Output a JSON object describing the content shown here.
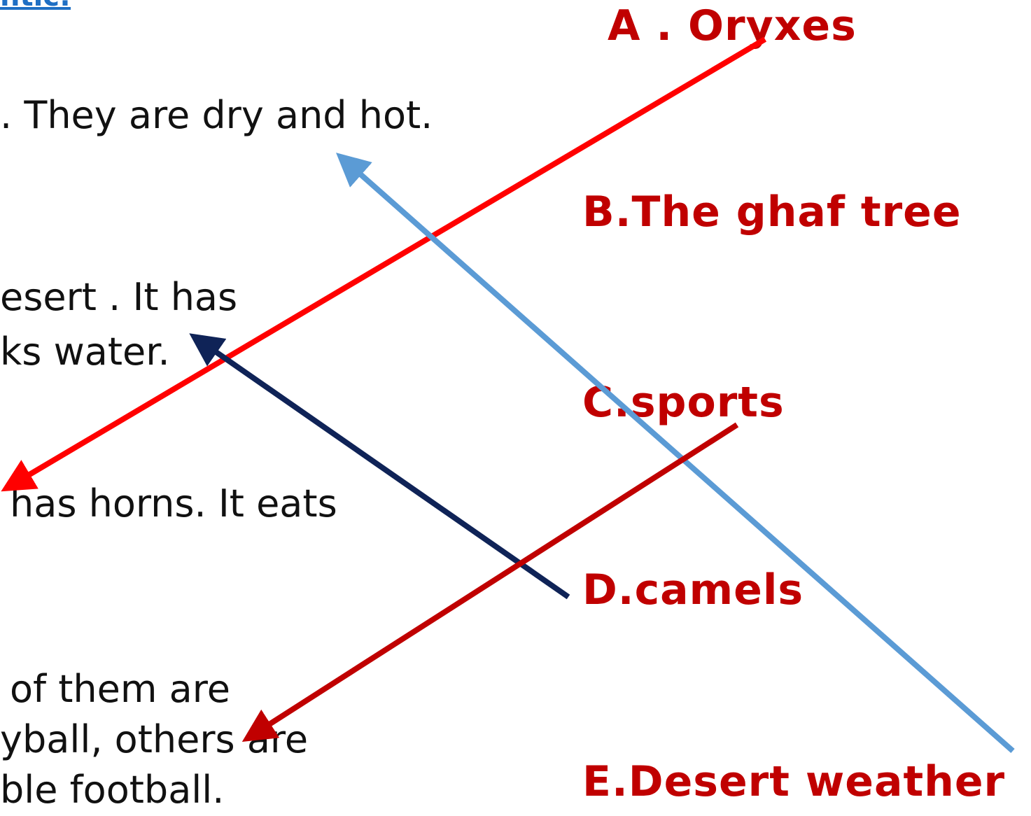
{
  "title_fragment": "ntic:",
  "statements": {
    "s1_line1": ". They are dry and hot.",
    "s2_line1": "esert . It has",
    "s2_line2": "ks water.",
    "s3_line1": "has horns. It eats",
    "s4_line1": "of them are",
    "s4_line2": "yball, others are",
    "s4_line3": "ble football."
  },
  "options": {
    "a": "A . Oryxes",
    "b": "B.The ghaf tree",
    "c": "C.sports",
    "d": "D.camels",
    "e": "E.Desert weather"
  },
  "colors": {
    "option_text": "#c00000",
    "statement_text": "#111111",
    "arrow_oryxes": "#ff0000",
    "arrow_weather": "#5b9bd5",
    "arrow_camels": "#0f2357",
    "arrow_sports": "#c00000"
  }
}
